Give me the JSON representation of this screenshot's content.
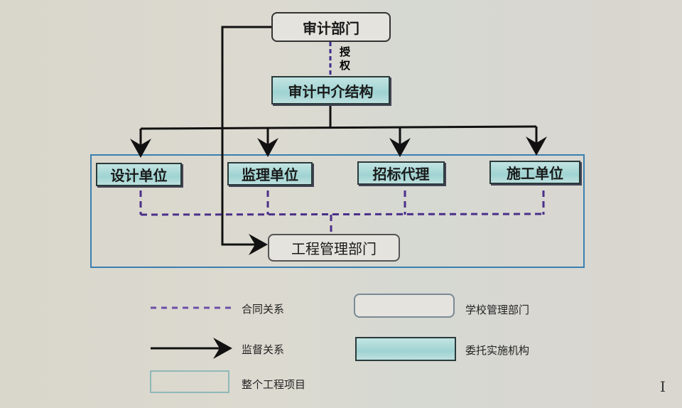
{
  "diagram": {
    "nodes": {
      "audit_dept": "审计部门",
      "audit_agency": "审计中介结构",
      "design_unit": "设计单位",
      "supervision_unit": "监理单位",
      "bidding_agent": "招标代理",
      "construction_unit": "施工单位",
      "project_mgmt_dept": "工程管理部门"
    },
    "authorization_label_1": "授",
    "authorization_label_2": "权"
  },
  "legend": {
    "contract": "合同关系",
    "supervision": "监督关系",
    "whole_project": "整个工程项目",
    "school_dept": "学校管理部门",
    "entrusted_agency": "委托实施机构"
  },
  "colors": {
    "contract_line": "#4b2f8a",
    "supervision_line": "#111111",
    "project_border": "#3a7fb0",
    "agency_fill": "#a8d8d6"
  }
}
